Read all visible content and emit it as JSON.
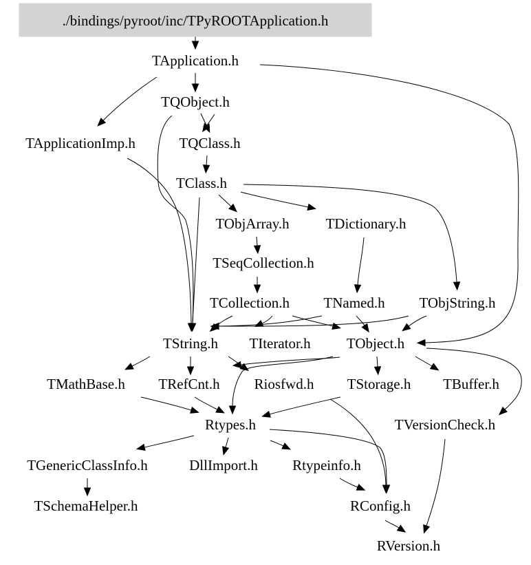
{
  "graph": {
    "root": "./bindings/pyroot/inc/TPyROOTApplication.h",
    "colors": {
      "root_fill": "#d3d3d3",
      "edge": "#000000",
      "text": "#000000",
      "background": "#ffffff"
    },
    "nodes": [
      {
        "id": "root",
        "label": "./bindings/pyroot/inc/TPyROOTApplication.h",
        "highlight": true
      },
      {
        "id": "TApplication",
        "label": "TApplication.h"
      },
      {
        "id": "TQObject",
        "label": "TQObject.h"
      },
      {
        "id": "TApplicationImp",
        "label": "TApplicationImp.h"
      },
      {
        "id": "TQClass",
        "label": "TQClass.h"
      },
      {
        "id": "TClass",
        "label": "TClass.h"
      },
      {
        "id": "TObjArray",
        "label": "TObjArray.h"
      },
      {
        "id": "TDictionary",
        "label": "TDictionary.h"
      },
      {
        "id": "TSeqCollection",
        "label": "TSeqCollection.h"
      },
      {
        "id": "TCollection",
        "label": "TCollection.h"
      },
      {
        "id": "TNamed",
        "label": "TNamed.h"
      },
      {
        "id": "TObjString",
        "label": "TObjString.h"
      },
      {
        "id": "TString",
        "label": "TString.h"
      },
      {
        "id": "TIterator",
        "label": "TIterator.h"
      },
      {
        "id": "TObject",
        "label": "TObject.h"
      },
      {
        "id": "TMathBase",
        "label": "TMathBase.h"
      },
      {
        "id": "TRefCnt",
        "label": "TRefCnt.h"
      },
      {
        "id": "Riosfwd",
        "label": "Riosfwd.h"
      },
      {
        "id": "TStorage",
        "label": "TStorage.h"
      },
      {
        "id": "TBuffer",
        "label": "TBuffer.h"
      },
      {
        "id": "Rtypes",
        "label": "Rtypes.h"
      },
      {
        "id": "TVersionCheck",
        "label": "TVersionCheck.h"
      },
      {
        "id": "TGenericClassInfo",
        "label": "TGenericClassInfo.h"
      },
      {
        "id": "DllImport",
        "label": "DllImport.h"
      },
      {
        "id": "Rtypeinfo",
        "label": "Rtypeinfo.h"
      },
      {
        "id": "TSchemaHelper",
        "label": "TSchemaHelper.h"
      },
      {
        "id": "RConfig",
        "label": "RConfig.h"
      },
      {
        "id": "RVersion",
        "label": "RVersion.h"
      }
    ],
    "edges": [
      {
        "from": "root",
        "to": "TApplication"
      },
      {
        "from": "TApplication",
        "to": "TQObject"
      },
      {
        "from": "TApplication",
        "to": "TApplicationImp"
      },
      {
        "from": "TApplication",
        "to": "TObject"
      },
      {
        "from": "TQObject",
        "to": "TQClass"
      },
      {
        "from": "TQObject",
        "to": "TQClass"
      },
      {
        "from": "TQObject",
        "to": "TString"
      },
      {
        "from": "TApplicationImp",
        "to": "TString"
      },
      {
        "from": "TQClass",
        "to": "TClass"
      },
      {
        "from": "TClass",
        "to": "TObjArray"
      },
      {
        "from": "TClass",
        "to": "TDictionary"
      },
      {
        "from": "TClass",
        "to": "TObjString"
      },
      {
        "from": "TClass",
        "to": "TString"
      },
      {
        "from": "TObjArray",
        "to": "TSeqCollection"
      },
      {
        "from": "TSeqCollection",
        "to": "TCollection"
      },
      {
        "from": "TDictionary",
        "to": "TNamed"
      },
      {
        "from": "TCollection",
        "to": "TString"
      },
      {
        "from": "TCollection",
        "to": "TIterator"
      },
      {
        "from": "TCollection",
        "to": "TObject"
      },
      {
        "from": "TNamed",
        "to": "TString"
      },
      {
        "from": "TNamed",
        "to": "TObject"
      },
      {
        "from": "TObjString",
        "to": "TString"
      },
      {
        "from": "TObjString",
        "to": "TObject"
      },
      {
        "from": "TString",
        "to": "TMathBase"
      },
      {
        "from": "TString",
        "to": "TRefCnt"
      },
      {
        "from": "TString",
        "to": "Riosfwd"
      },
      {
        "from": "TObject",
        "to": "Riosfwd"
      },
      {
        "from": "TObject",
        "to": "Rtypes"
      },
      {
        "from": "TObject",
        "to": "TStorage"
      },
      {
        "from": "TObject",
        "to": "TBuffer"
      },
      {
        "from": "TObject",
        "to": "TVersionCheck"
      },
      {
        "from": "TMathBase",
        "to": "Rtypes"
      },
      {
        "from": "TRefCnt",
        "to": "Rtypes"
      },
      {
        "from": "TStorage",
        "to": "Rtypes"
      },
      {
        "from": "TStorage",
        "to": "RConfig"
      },
      {
        "from": "Rtypes",
        "to": "TGenericClassInfo"
      },
      {
        "from": "Rtypes",
        "to": "DllImport"
      },
      {
        "from": "Rtypes",
        "to": "Rtypeinfo"
      },
      {
        "from": "Rtypes",
        "to": "RConfig"
      },
      {
        "from": "TGenericClassInfo",
        "to": "TSchemaHelper"
      },
      {
        "from": "Rtypeinfo",
        "to": "RConfig"
      },
      {
        "from": "TVersionCheck",
        "to": "RVersion"
      },
      {
        "from": "RConfig",
        "to": "RVersion"
      }
    ]
  }
}
